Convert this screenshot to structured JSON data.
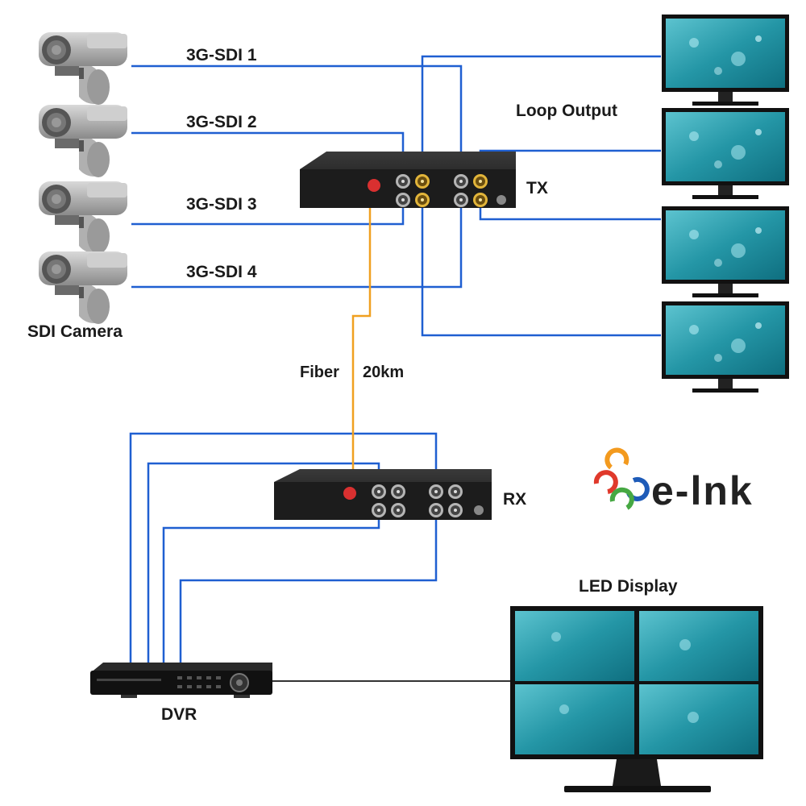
{
  "labels": {
    "sdi1": "3G-SDI 1",
    "sdi2": "3G-SDI 2",
    "sdi3": "3G-SDI 3",
    "sdi4": "3G-SDI 4",
    "camera": "SDI Camera",
    "loop_output": "Loop Output",
    "tx": "TX",
    "rx": "RX",
    "fiber": "Fiber",
    "distance": "20km",
    "led_display": "LED Display",
    "dvr": "DVR",
    "brand": "e-lnk"
  },
  "colors": {
    "sdi_line": "#1f5fd1",
    "fiber_line": "#f0a020",
    "hdmi_line": "#333333",
    "device_body": "#1c1c1c",
    "screen": "#2aa7b3",
    "brand_red": "#e0392b",
    "brand_orange": "#f39a1e",
    "brand_blue": "#1e5bb8",
    "brand_green": "#46a843"
  },
  "icons": [
    "camera-icon",
    "monitor-icon",
    "tx-device-icon",
    "rx-device-icon",
    "dvr-icon",
    "brand-logo-icon"
  ]
}
